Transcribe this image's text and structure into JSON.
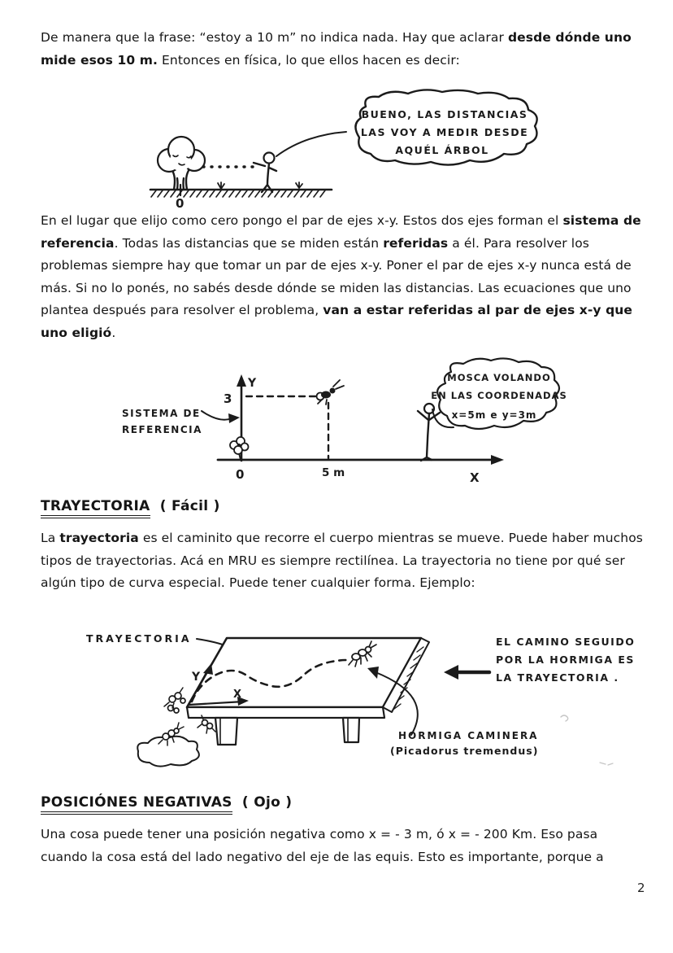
{
  "colors": {
    "ink": "#1b1b1b",
    "paper": "#ffffff"
  },
  "page": {
    "number": "2"
  },
  "paragraph1": {
    "segments": [
      {
        "t": "De manera que la frase: “estoy a 10 m” no indica nada. Hay que aclarar ",
        "b": false
      },
      {
        "t": "desde dónde uno mide esos 10 m.",
        "b": true
      },
      {
        "t": " Entonces en física, lo que ellos hacen es decir:",
        "b": false
      }
    ]
  },
  "figure1": {
    "bubble": [
      "BUENO, LAS DISTANCIAS",
      "LAS VOY A MEDIR DESDE",
      "AQUÉL ÁRBOL"
    ],
    "origin_label": "0"
  },
  "paragraph2": {
    "segments": [
      {
        "t": "En el lugar que elijo como cero pongo el par de ejes x-y. Estos dos ejes forman el ",
        "b": false
      },
      {
        "t": "sistema de referencia",
        "b": true
      },
      {
        "t": ". Todas las distancias que se miden están ",
        "b": false
      },
      {
        "t": "referidas",
        "b": true
      },
      {
        "t": " a él. Para resolver los problemas siempre hay que tomar un par de ejes x-y. Poner el par de ejes x-y  nunca está de más. Si no lo ponés, no sabés desde dónde se miden las distancias. Las ecuaciones que uno plantea después para resolver el problema, ",
        "b": false
      },
      {
        "t": "van a estar referidas al par de ejes x-y que uno eligió",
        "b": true
      },
      {
        "t": ".",
        "b": false
      }
    ]
  },
  "figure2": {
    "axis_y_label": "Y",
    "axis_x_label": "X",
    "y_value_label": "3",
    "origin_label": "0",
    "x_value_label": "5 m",
    "system_label": [
      "SISTEMA DE",
      "REFERENCIA"
    ],
    "bubble": [
      "MOSCA VOLANDO",
      "EN LAS COORDENADAS",
      "x=5m e y=3m"
    ]
  },
  "section_trayectoria": {
    "heading": "TRAYECTORIA",
    "heading_suffix": "( Fácil )",
    "paragraph_segments": [
      {
        "t": "La ",
        "b": false
      },
      {
        "t": "trayectoria",
        "b": true
      },
      {
        "t": " es el caminito que recorre el cuerpo mientras se mueve. Puede haber muchos tipos de trayectorias. Acá en MRU es siempre rectilínea. La trayectoria no tiene por qué ser algún tipo de curva especial. Puede tener cualquier forma. Ejemplo:",
        "b": false
      }
    ]
  },
  "figure3": {
    "trayectoria_label": "TRAYECTORIA",
    "axis_y_label": "Y",
    "axis_x_label": "X",
    "caption_right": [
      "EL CAMINO SEGUIDO",
      "POR LA HORMIGA ES",
      "LA TRAYECTORIA ."
    ],
    "ant_label": [
      "HORMIGA CAMINERA",
      "(Picadorus tremendus)"
    ]
  },
  "section_posiciones": {
    "heading": "POSICIÓNES NEGATIVAS",
    "heading_suffix": "( Ojo )",
    "paragraph_segments": [
      {
        "t": "Una cosa puede tener una posición negativa como x = - 3 m, ó  x = - 200 Km. Eso pasa cuando la cosa está del lado negativo del eje de las equis. Esto es importante, porque a",
        "b": false
      }
    ]
  }
}
